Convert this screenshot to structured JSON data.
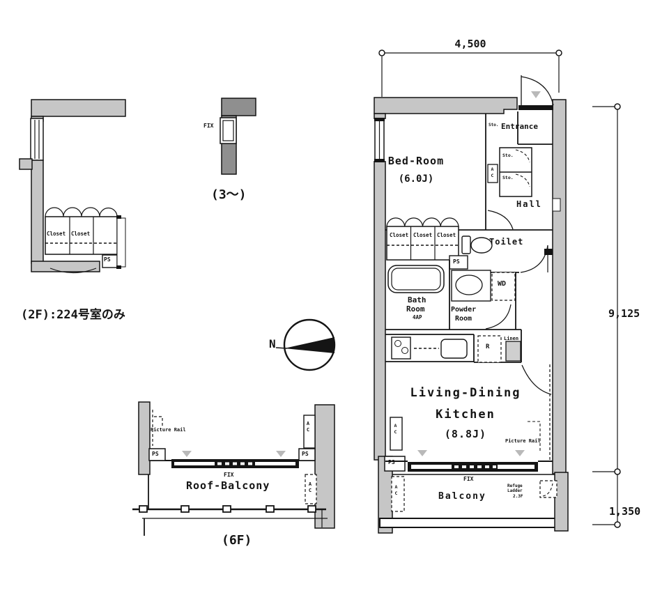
{
  "colors": {
    "wall": "#c6c6c6",
    "wall_dark": "#8f8f8f",
    "line": "#141414",
    "window_marker": "#b9b9b9"
  },
  "fragment_2f": {
    "closet_left": "Closet",
    "closet_right": "Closet",
    "ps": "PS",
    "caption": "(2F):224号室のみ"
  },
  "fragment_3f": {
    "fix": "FIX",
    "caption": "(3〜)"
  },
  "compass": {
    "north": "N"
  },
  "roof_balcony_6f": {
    "picture_rail": "Picture Rail",
    "ps_left": "PS",
    "ps_right": "PS",
    "ac_right": "AC",
    "fix": "FIX",
    "name": "Roof-Balcony",
    "ac_dashed": "AC",
    "caption": "(6F)"
  },
  "main_plan": {
    "dimensions": {
      "width_top": "4,500",
      "height_main": "9,125",
      "height_balcony": "1,350"
    },
    "entrance": {
      "label": "Entrance",
      "shoes": "Sto.",
      "storage_upper": "Sto.",
      "storage_lower": "Sto.",
      "ac": "AC"
    },
    "hall": "Hall",
    "bedroom": {
      "name": "Bed-Room",
      "size": "(6.0J)",
      "closet_1": "Closet",
      "closet_2": "Closet",
      "closet_3": "Closet"
    },
    "toilet": "Toilet",
    "ps_upper": "PS",
    "wd": "WD",
    "bathroom": {
      "line1": "Bath",
      "line2": "Room",
      "line3": "4AP"
    },
    "powder_room": {
      "line1": "Powder",
      "line2": "Room"
    },
    "linen": "Linen",
    "refrigerator": "R",
    "ldk": {
      "line1": "Living-Dining",
      "line2": "Kitchen",
      "line3": "(8.8J)",
      "picture_rail": "Picture Rail",
      "ac": "AC",
      "ps": "PS"
    },
    "window_fix": "FIX",
    "balcony": {
      "name": "Balcony",
      "refuge_1": "Refuge",
      "refuge_2": "Ladder",
      "refuge_3": "2.3F",
      "ac": "AC"
    }
  }
}
